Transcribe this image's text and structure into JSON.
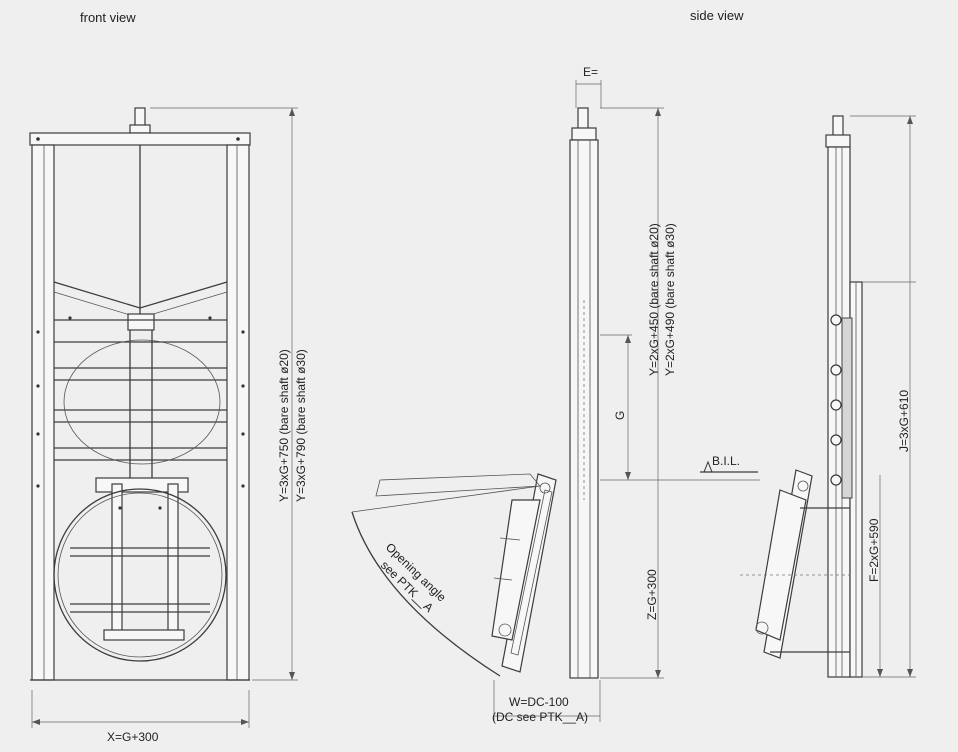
{
  "labels": {
    "front_view": "front view",
    "side_view": "side view",
    "front_width": "X=G+300",
    "front_height_20": "Y=3xG+750 (bare shaft ø20)",
    "front_height_30": "Y=3xG+790 (bare shaft ø30)",
    "top_e": "E=",
    "side_height_20": "Y=2xG+450 (bare shaft ø20)",
    "side_height_30": "Y=2xG+490 (bare shaft ø30)",
    "g_dim": "G",
    "bil": "B.I.L.",
    "z_dim": "Z=G+300",
    "opening_angle_1": "Opening angle",
    "opening_angle_2": "see PTK__A",
    "w_dim_1": "W=DC-100",
    "w_dim_2": "(DC see PTK__A)",
    "f_dim": "F=2xG+590",
    "j_dim": "J=3xG+610"
  }
}
